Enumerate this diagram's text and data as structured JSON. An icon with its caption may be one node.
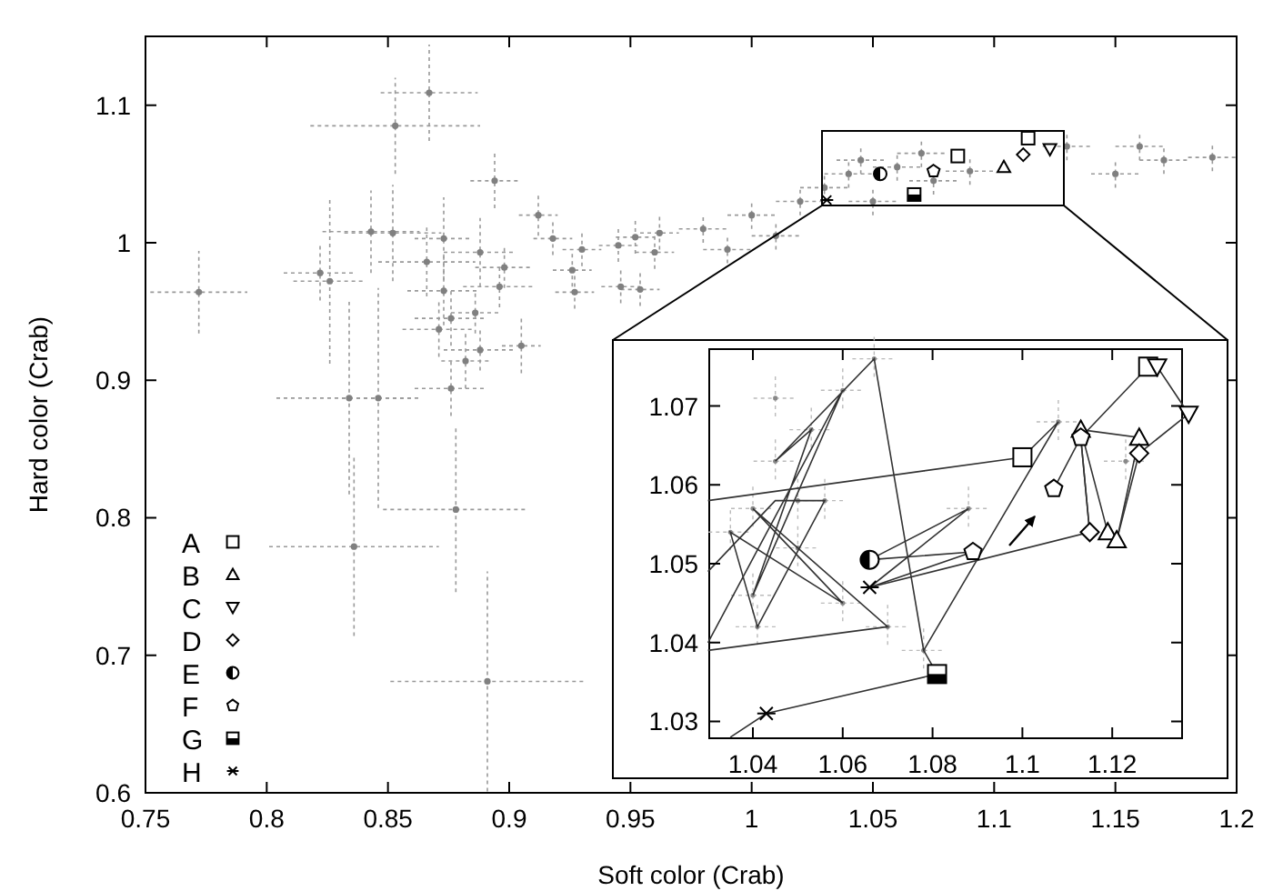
{
  "diagram": {
    "labels": [
      "1.07",
      "1.06",
      "1.05",
      "1.04",
      "1.03",
      "1.04",
      "1.06",
      "1.08",
      "1.1",
      "1.12"
    ],
    "chart_data": {
      "type": "scatter",
      "xlabel": "Soft color (Crab)",
      "ylabel": "Hard color (Crab)",
      "xlim": [
        0.75,
        1.2
      ],
      "ylim": [
        0.6,
        1.15
      ],
      "xticks": [
        0.75,
        0.8,
        0.85,
        0.9,
        0.95,
        1,
        1.05,
        1.1,
        1.15,
        1.2
      ],
      "yticks": [
        0.6,
        0.7,
        0.8,
        0.9,
        1,
        1.1
      ],
      "legend": "lower left",
      "series": [
        {
          "color": "#808080",
          "x": [
            0.772,
            0.867,
            0.853,
            0.894,
            0.912,
            0.843,
            0.852,
            0.873,
            0.888,
            0.866,
            0.822,
            0.826,
            0.898,
            0.873,
            0.896,
            0.886,
            0.876,
            0.871,
            0.905,
            0.888,
            0.882,
            0.876,
            0.834,
            0.846,
            0.878,
            0.836,
            0.891,
            0.918,
            0.93,
            0.926,
            0.927,
            0.945,
            0.946,
            0.954,
            0.952,
            0.962,
            0.96,
            0.98,
            0.99,
            1.0,
            1.01,
            1.02,
            1.03,
            1.04,
            1.045,
            1.05,
            1.06,
            1.07,
            1.075,
            1.09,
            1.13,
            1.16,
            1.17,
            1.19,
            1.15
          ],
          "values": [
            0.964,
            1.109,
            1.085,
            1.045,
            1.02,
            1.008,
            1.007,
            1.003,
            0.993,
            0.986,
            0.978,
            0.972,
            0.982,
            0.965,
            0.968,
            0.949,
            0.945,
            0.937,
            0.925,
            0.922,
            0.914,
            0.894,
            0.887,
            0.887,
            0.806,
            0.779,
            0.681,
            1.003,
            0.995,
            0.98,
            0.964,
            0.998,
            0.968,
            0.966,
            1.004,
            1.007,
            0.993,
            1.01,
            0.995,
            1.02,
            1.005,
            1.03,
            1.04,
            1.05,
            1.06,
            1.03,
            1.055,
            1.065,
            1.045,
            1.052,
            1.07,
            1.07,
            1.06,
            1.062,
            1.05
          ],
          "errors": [
            0.03,
            0.035,
            0.035,
            0.02,
            0.015,
            0.03,
            0.035,
            0.03,
            0.025,
            0.025,
            0.02,
            0.06,
            0.015,
            0.025,
            0.015,
            0.015,
            0.02,
            0.02,
            0.02,
            0.015,
            0.02,
            0.02,
            0.07,
            0.08,
            0.06,
            0.065,
            0.08,
            0.012,
            0.012,
            0.012,
            0.012,
            0.012,
            0.012,
            0.012,
            0.012,
            0.012,
            0.012,
            0.01,
            0.01,
            0.01,
            0.01,
            0.01,
            0.01,
            0.01,
            0.01,
            0.01,
            0.01,
            0.01,
            0.01,
            0.01,
            0.01,
            0.01,
            0.01,
            0.01,
            0.01
          ]
        },
        {
          "name": "A",
          "color": "#000000",
          "x": [
            1.085,
            1.114
          ],
          "values": [
            1.063,
            1.076
          ]
        },
        {
          "name": "B",
          "color": "#000000",
          "x": [
            1.104
          ],
          "values": [
            1.055
          ]
        },
        {
          "name": "C",
          "color": "#000000",
          "x": [
            1.123
          ],
          "values": [
            1.068
          ]
        },
        {
          "name": "D",
          "color": "#000000",
          "x": [
            1.112
          ],
          "values": [
            1.064
          ]
        },
        {
          "name": "E",
          "color": "#000000",
          "x": [
            1.053
          ],
          "values": [
            1.05
          ]
        },
        {
          "name": "F",
          "color": "#000000",
          "x": [
            1.075
          ],
          "values": [
            1.052
          ]
        },
        {
          "name": "G",
          "color": "#000000",
          "x": [
            1.067
          ],
          "values": [
            1.035
          ]
        },
        {
          "name": "H",
          "color": "#000000",
          "x": [
            1.031
          ],
          "values": [
            1.031
          ]
        }
      ]
    }
  }
}
